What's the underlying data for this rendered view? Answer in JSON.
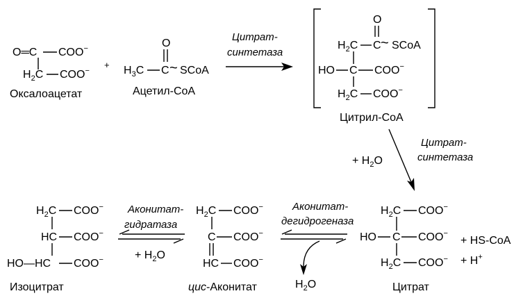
{
  "oxaloacetate": {
    "o_eq_c": "O═C",
    "coo1": "COO",
    "h2c": "H",
    "h2c_sub": "2",
    "h2c_c": "C",
    "coo2": "COO",
    "name": "Оксалоацетат"
  },
  "plus_1": "+",
  "acetyl_coa": {
    "h3c": "H",
    "h3c_sub": "3",
    "h3c_c": "C",
    "c": "C",
    "o": "O",
    "tilde": "~",
    "scoa": "SCoA",
    "name": "Ацетил-CoA"
  },
  "enzyme_1": [
    "Цитрат-",
    "синтетаза"
  ],
  "citryl_coa": {
    "h2c": "H",
    "h2c_sub": "2",
    "h2c_c": "C",
    "c_top": "C",
    "o": "O",
    "tilde": "~",
    "scoa": "SCoA",
    "ho": "HO",
    "c_mid": "C",
    "coo_mid": "COO",
    "h2c_bot": "H",
    "h2c_bot_sub": "2",
    "h2c_bot_c": "C",
    "coo_bot": "COO",
    "name": "Цитрил-CoA"
  },
  "enzyme_2": [
    "Цитрат-",
    "синтетаза"
  ],
  "water_in": {
    "plus": "+ H",
    "sub": "2",
    "o": "O"
  },
  "citrate": {
    "h2c": "H",
    "h2c_sub": "2",
    "h2c_c": "C",
    "coo1": "COO",
    "ho": "HO",
    "c_mid": "C",
    "coo2": "COO",
    "h2c_bot": "H",
    "h2c_bot_sub": "2",
    "h2c_bot_c": "C",
    "coo3": "COO",
    "name": "Цитрат"
  },
  "products": {
    "hscoa": "+ HS-CoA",
    "h_plus": "+ H",
    "h_plus_sup": "+"
  },
  "enzyme_3": [
    "Аконитат-",
    "дегидрогеназа"
  ],
  "water_out": {
    "h": "H",
    "sub": "2",
    "o": "O"
  },
  "cis_aconitate": {
    "h2c": "H",
    "h2c_sub": "2",
    "h2c_c": "C",
    "coo1": "COO",
    "c1": "C",
    "coo2": "COO",
    "hc": "HC",
    "coo3": "COO",
    "name_italic": "цис",
    "name_rest": "-Аконитат"
  },
  "enzyme_4": [
    "Аконитат-",
    "гидратаза"
  ],
  "water_4": {
    "plus": "+ H",
    "sub": "2",
    "o": "O"
  },
  "isocitrate": {
    "h2c": "H",
    "h2c_sub": "2",
    "h2c_c": "C",
    "coo1": "COO",
    "hc": "HC",
    "coo2": "COO",
    "ho_hc": "HO—HC",
    "coo3": "COO",
    "name": "Изоцитрат"
  },
  "charge_minus": "−"
}
